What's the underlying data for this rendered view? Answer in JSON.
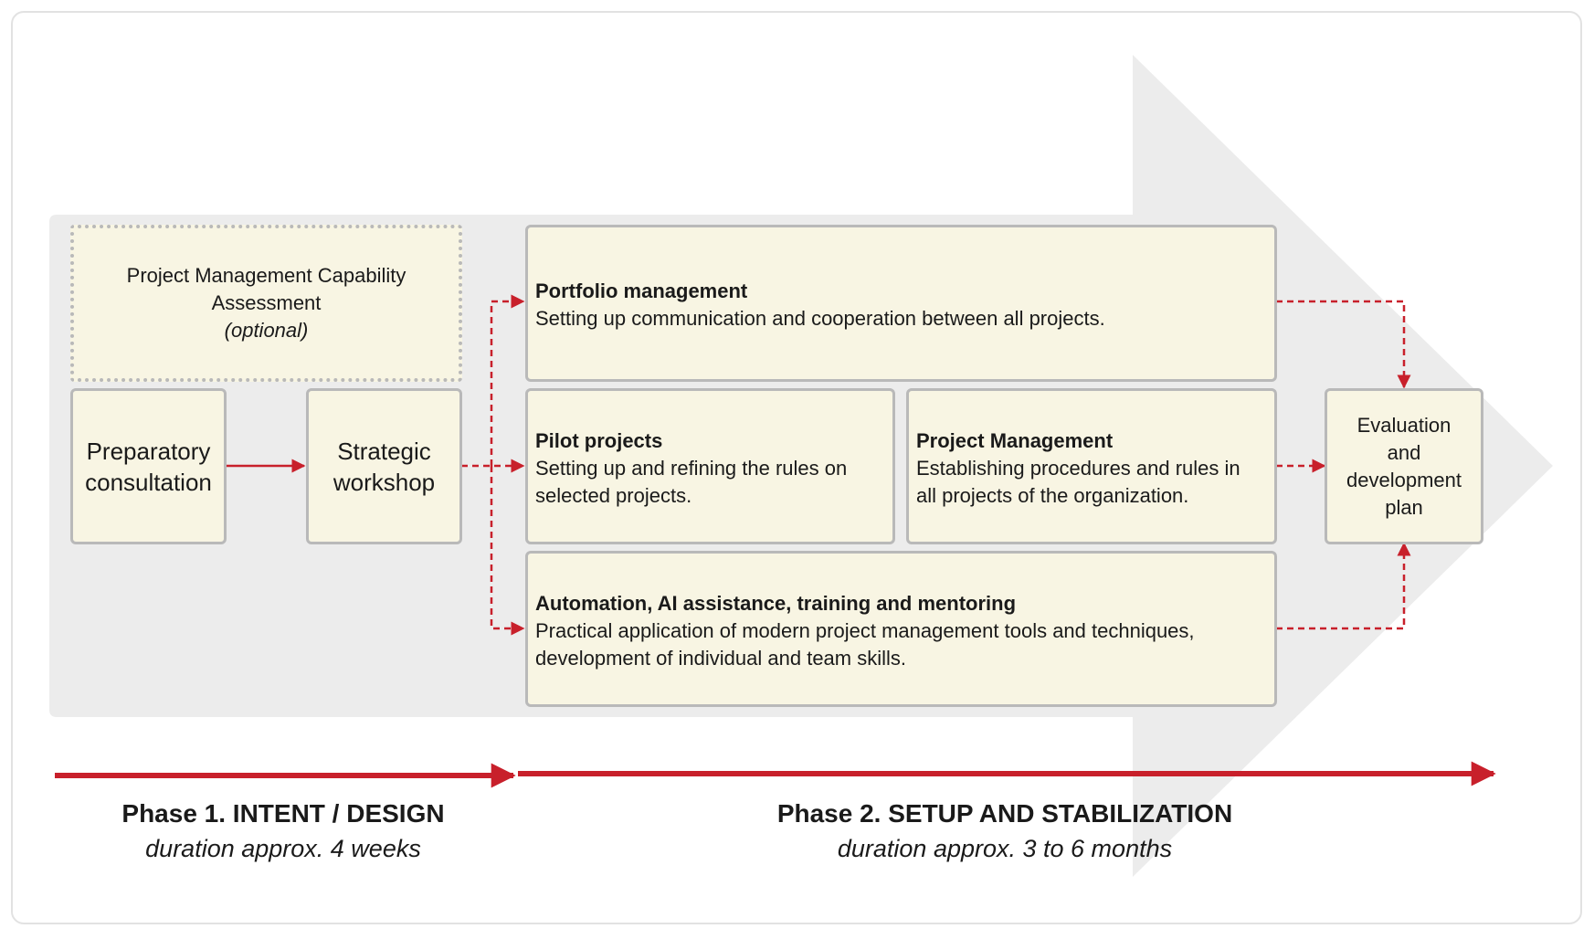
{
  "assessment": {
    "line1": "Project Management Capability",
    "line2": "Assessment",
    "note": "(optional)"
  },
  "preparatory": {
    "line1": "Preparatory",
    "line2": "consultation"
  },
  "workshop": {
    "line1": "Strategic",
    "line2": "workshop"
  },
  "portfolio": {
    "title": "Portfolio management",
    "line1": "Setting up communication and cooperation between all projects."
  },
  "pilot": {
    "title": "Pilot projects",
    "line1": "Setting up and refining the rules on",
    "line2": "selected projects."
  },
  "pm": {
    "title": "Project Management",
    "line1": "Establishing procedures and rules in",
    "line2": "all projects of the organization."
  },
  "automation": {
    "title": "Automation, AI assistance, training and mentoring",
    "line1": "Practical application of modern project management tools and techniques,",
    "line2": "development of individual and team skills."
  },
  "evaluation": {
    "line1": "Evaluation",
    "line2": "and",
    "line3": "development",
    "line4": "plan"
  },
  "phase1": {
    "title": "Phase 1. INTENT / DESIGN",
    "duration": "duration approx. 4 weeks"
  },
  "phase2": {
    "title": "Phase 2. SETUP AND STABILIZATION",
    "duration": "duration approx. 3 to 6 months"
  },
  "colors": {
    "accent": "#c8202b",
    "box_fill": "#f8f5e3",
    "box_border": "#b9b9b9",
    "arrow_bg": "#ececec"
  }
}
